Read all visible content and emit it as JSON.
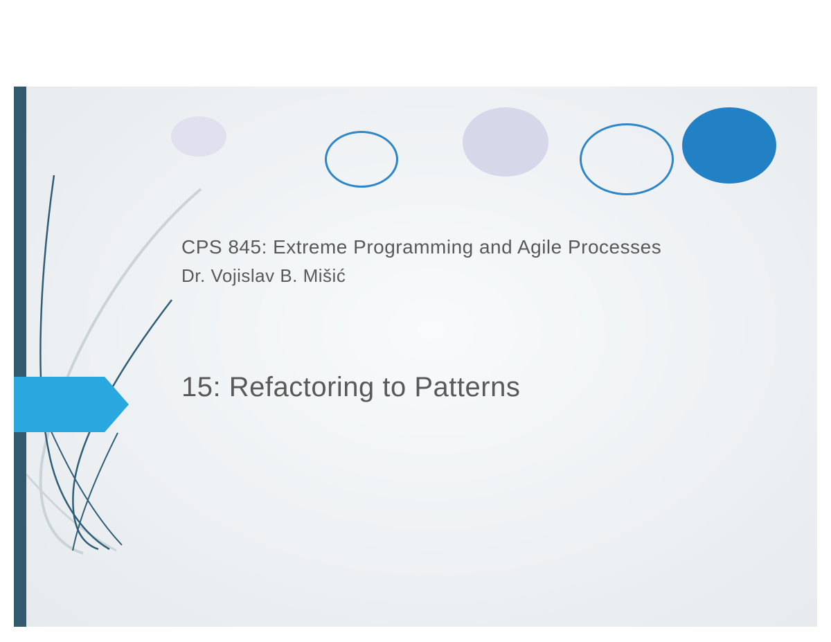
{
  "slide": {
    "course_line": "CPS 845: Extreme Programming and Agile Processes",
    "author_line": "Dr. Vojislav B. Mišić",
    "title": "15: Refactoring to Patterns"
  },
  "colors": {
    "accent_arrow_blue": "#29a8e0",
    "sidebar_dark_blue": "#33596e",
    "ellipse_solid_blue": "#2281c4",
    "ellipse_outline_blue": "#2e86c8",
    "ellipse_lavender_small": "#e0e0ef",
    "ellipse_lavender_large": "#d6d8e9",
    "text_gray": "#595959",
    "slide_background": "#eef1f3",
    "page_background": "#ffffff"
  },
  "decor": {
    "shapes": [
      "lavender-filled-ellipse-small",
      "blue-outline-ellipse-small",
      "lavender-filled-ellipse-large",
      "blue-outline-ellipse-large",
      "blue-filled-ellipse",
      "left-accent-bar",
      "right-arrow-callout",
      "grass-curve-lines"
    ]
  }
}
